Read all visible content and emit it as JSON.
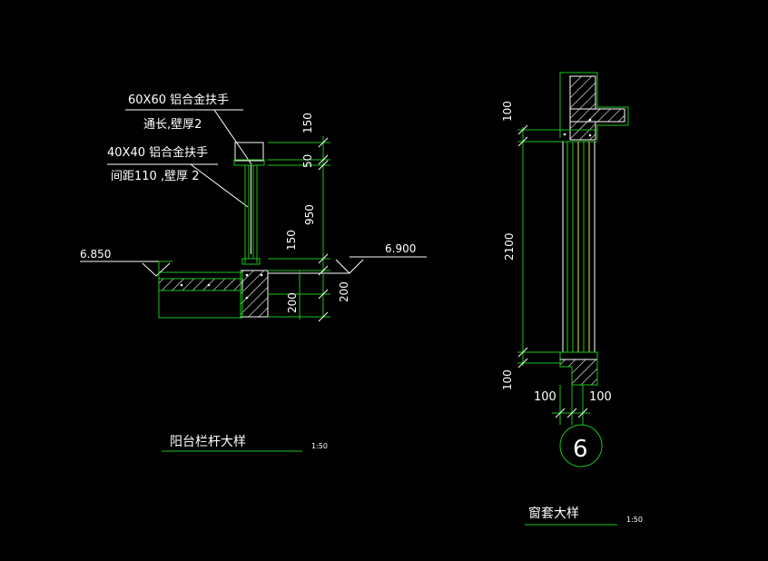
{
  "balcony_detail": {
    "handrail_60_line1": "60X60  铝合金扶手",
    "handrail_60_line2": "通长,壁厚2",
    "handrail_40_line1": "40X40  铝合金扶手",
    "handrail_40_line2": "间距110 ,壁厚 2",
    "level_left": "6.850",
    "level_right": "6.900",
    "dims": {
      "d150_top": "150",
      "d50": "50",
      "d950": "950",
      "d150_mid": "150",
      "d200_left": "200",
      "d200_right": "200"
    },
    "title": "阳台栏杆大样",
    "scale": "1:50"
  },
  "window_detail": {
    "dims": {
      "top": "100",
      "height": "2100",
      "bottom": "100",
      "left": "100",
      "right": "100"
    },
    "index_number": "6",
    "title": "窗套大样",
    "scale": "1:50"
  },
  "colors": {
    "background": "#000000",
    "line_white": "#ffffff",
    "line_green": "#19c419",
    "line_yellow": "#e6e65a"
  }
}
